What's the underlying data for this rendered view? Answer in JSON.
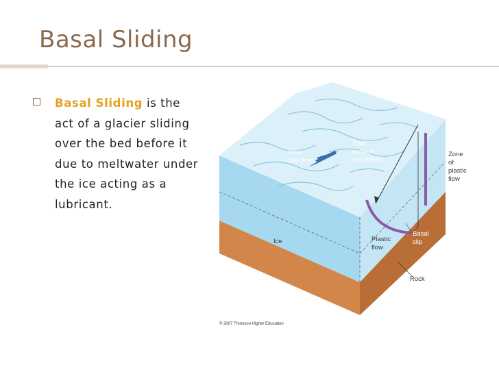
{
  "slide": {
    "title": "Basal Sliding",
    "bullet": {
      "term": "Basal Sliding",
      "text": " is the act of a glacier sliding over the bed before it due to meltwater under the ice acting as a lubricant."
    }
  },
  "diagram": {
    "labels": {
      "flow_direction_1": "Flow",
      "flow_direction_2": "direction",
      "total_surface_1": "Total",
      "total_surface_2": "surface",
      "total_surface_3": "movement",
      "zone_1": "Zone",
      "zone_2": "of",
      "zone_3": "plastic",
      "zone_4": "flow",
      "ice": "Ice",
      "plastic_flow_1": "Plastic",
      "plastic_flow_2": "flow",
      "basal_slip_1": "Basal",
      "basal_slip_2": "slip",
      "rock": "Rock",
      "copyright": "© 2007 Thomson Higher Education"
    },
    "colors": {
      "ice_top": "#d7eef8",
      "ice_front": "#9fd4ee",
      "ice_side": "#bfe2f3",
      "rock_front": "#d2864a",
      "rock_side": "#b86e36",
      "arrow": "#8a5aa8"
    }
  }
}
